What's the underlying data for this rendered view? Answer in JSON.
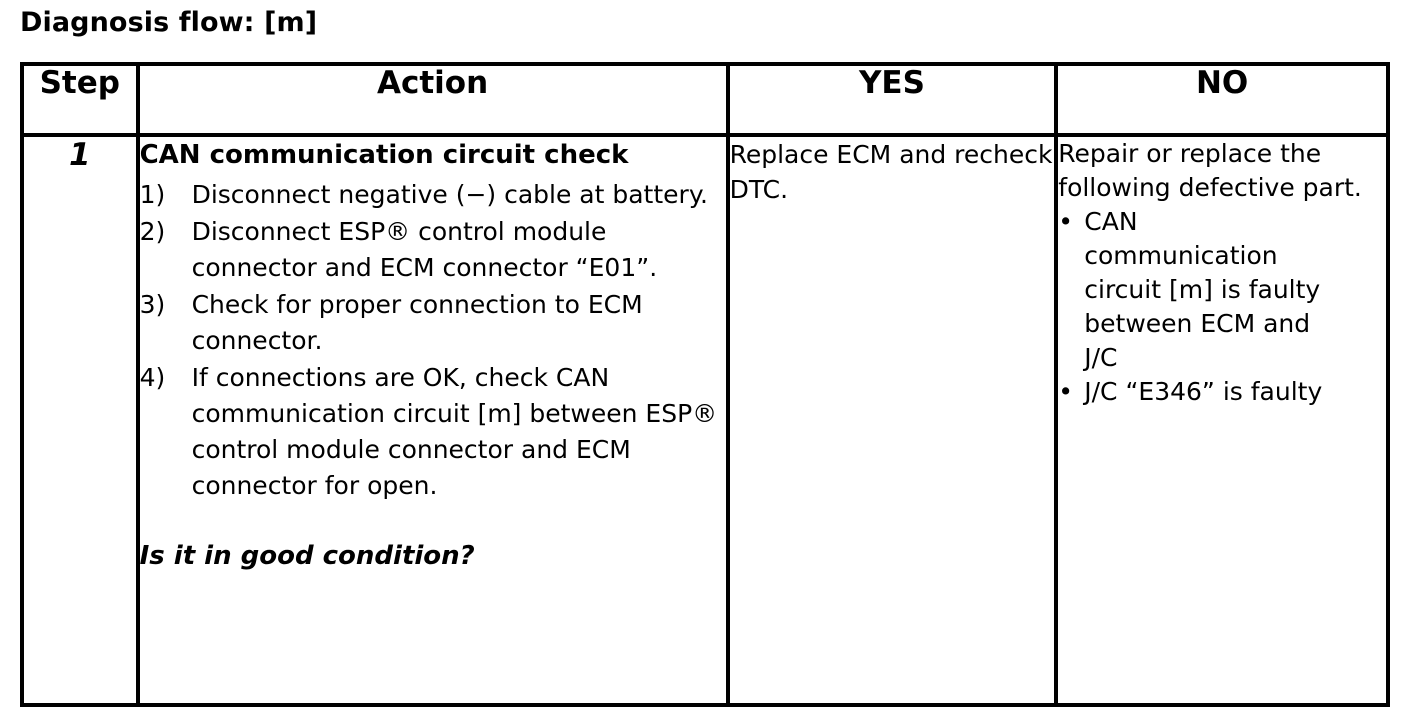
{
  "title": "Diagnosis flow: [m]",
  "table": {
    "headers": {
      "step": "Step",
      "action": "Action",
      "yes": "YES",
      "no": "NO"
    },
    "rows": [
      {
        "step": "1",
        "action": {
          "heading": "CAN communication circuit check",
          "steps": [
            {
              "marker": "1)",
              "text": "Disconnect negative (−) cable at battery."
            },
            {
              "marker": "2)",
              "text": "Disconnect ESP® control module connector and ECM connector “E01”."
            },
            {
              "marker": "3)",
              "text": "Check for proper connection to ECM connector."
            },
            {
              "marker": "4)",
              "text": "If connections are OK, check CAN communication circuit [m] between ESP® control module connector and ECM connector for open."
            }
          ],
          "question": "Is it in good condition?"
        },
        "yes": "Replace ECM and recheck DTC.",
        "no": {
          "intro": "Repair or replace the following defective part.",
          "bullets": [
            {
              "dot": "•",
              "text": "CAN communication circuit [m] is faulty between ECM and J/C"
            },
            {
              "dot": "•",
              "text": "J/C “E346” is faulty"
            }
          ]
        }
      }
    ]
  },
  "colors": {
    "background": "#ffffff",
    "text": "#000000",
    "border": "#000000"
  }
}
